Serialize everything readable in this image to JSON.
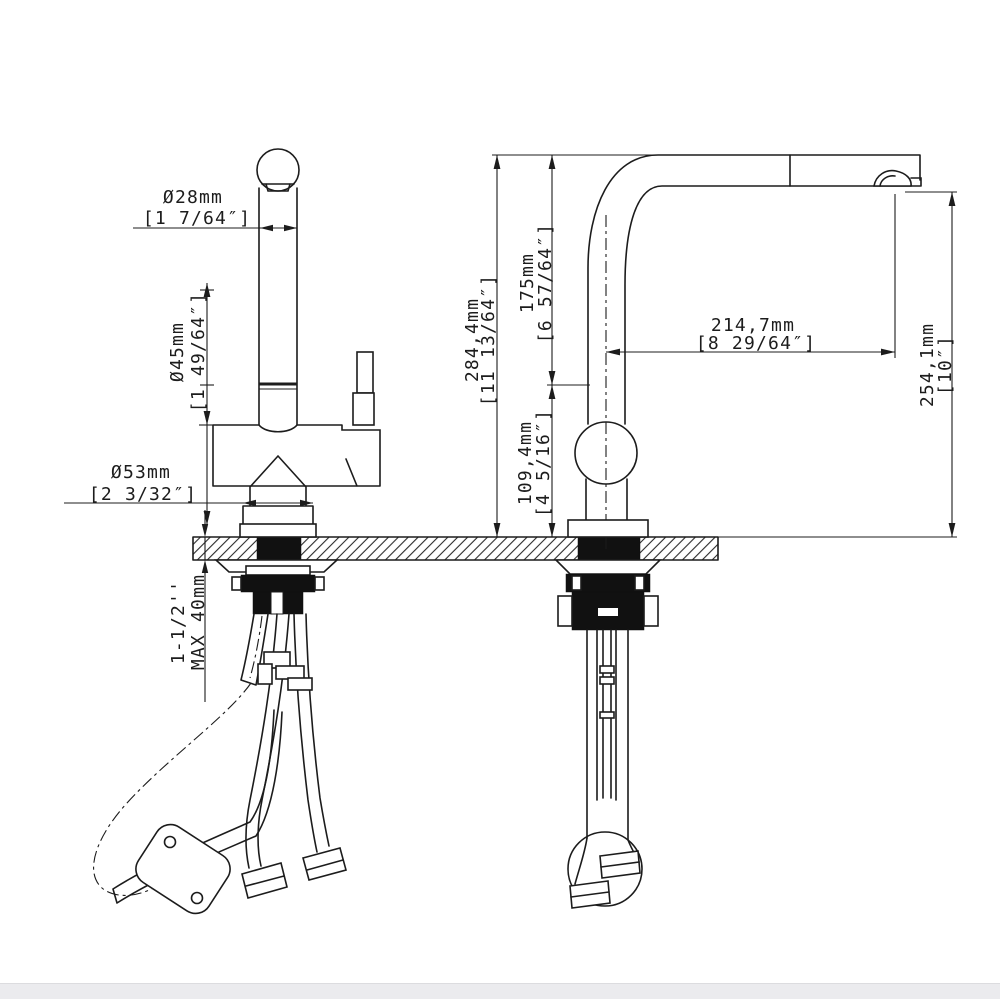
{
  "colors": {
    "line": "#1c1c1c",
    "background": "#ffffff",
    "footer_bar": "#ebebee"
  },
  "dimensions": {
    "spout_od": {
      "mm": "Ø28mm",
      "inch": "[1 7/64″]"
    },
    "body_od": {
      "mm": "Ø45mm",
      "inch": "[1 49/64″]"
    },
    "base_od": {
      "mm": "Ø53mm",
      "inch": "[2 3/32″]"
    },
    "overall_height": {
      "mm": "284,4mm",
      "inch": "[11 13/64″]"
    },
    "spout_section_height": {
      "mm": "175mm",
      "inch": "[6 57/64″]"
    },
    "base_section_height": {
      "mm": "109,4mm",
      "inch": "[4 5/16″]"
    },
    "spout_reach": {
      "mm": "214,7mm",
      "inch": "[8 29/64″]"
    },
    "head_clearance": {
      "mm": "254,1mm",
      "inch": "[10″]"
    },
    "deck_thickness": {
      "line1": "1-1/2''",
      "line2": "MAX 40mm"
    }
  }
}
